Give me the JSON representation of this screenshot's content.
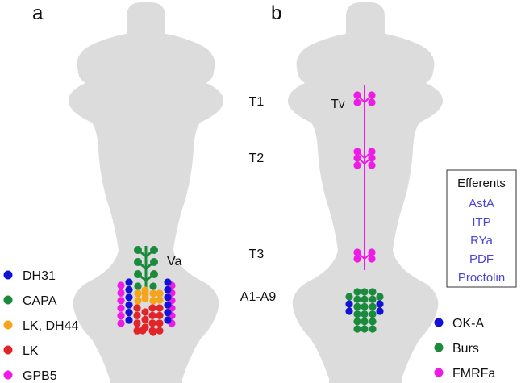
{
  "colors": {
    "body": "#dcdcdc",
    "DH31": "#1212d6",
    "CAPA": "#1a8a3c",
    "LK_DH44": "#f4a51c",
    "LK": "#e0242a",
    "GPB5": "#f01ae6",
    "OK_A": "#1212d6",
    "Burs": "#1a8a3c",
    "FMRFa": "#f01ae6",
    "efferents_text": "#4b45d6"
  },
  "panels": {
    "a": {
      "letter": "a",
      "cell_label": "Va"
    },
    "b": {
      "letter": "b",
      "cell_label": "Tv"
    }
  },
  "segments": [
    "T1",
    "T2",
    "T3",
    "A1-A9"
  ],
  "legend_a": [
    {
      "label": "DH31",
      "color_key": "DH31"
    },
    {
      "label": "CAPA",
      "color_key": "CAPA"
    },
    {
      "label": "LK, DH44",
      "color_key": "LK_DH44"
    },
    {
      "label": "LK",
      "color_key": "LK"
    },
    {
      "label": "GPB5",
      "color_key": "GPB5"
    }
  ],
  "legend_b": [
    {
      "label": "OK-A",
      "color_key": "OK_A"
    },
    {
      "label": "Burs",
      "color_key": "Burs"
    },
    {
      "label": "FMRFa",
      "color_key": "FMRFa"
    }
  ],
  "efferents": {
    "title": "Efferents",
    "items": [
      "AstA",
      "ITP",
      "RYa",
      "PDF",
      "Proctolin"
    ]
  }
}
